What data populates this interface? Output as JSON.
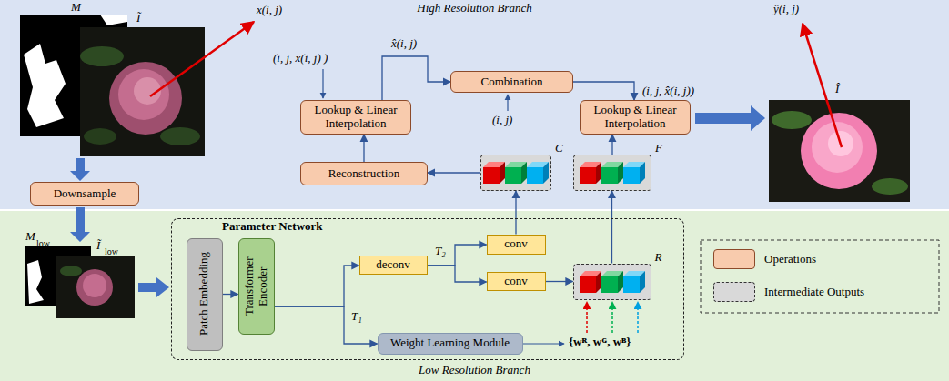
{
  "diagram": {
    "nodes": [
      {
        "text": [
          "High Resolution Branch"
        ]
      },
      {
        "text": [
          "Low Resolution Branch"
        ]
      },
      {
        "text": [
          "Lookup & Linear Interpolation"
        ],
        "in": 0
      },
      {
        "text": [
          "Combination"
        ],
        "in": 0
      },
      {
        "text": [
          "Lookup & Linear Interpolation"
        ],
        "in": 0
      },
      {
        "text": [
          "Reconstruction"
        ],
        "in": 0
      },
      {
        "text": [
          "Downsample"
        ],
        "in": 0
      },
      {
        "text": [
          "Parameter Network"
        ],
        "in": 1
      },
      {
        "text": [
          "Patch Embedding"
        ],
        "in": 7
      },
      {
        "text": [
          "Transformer Encoder"
        ],
        "in": 7
      },
      {
        "text": [
          "deconv"
        ],
        "in": 7
      },
      {
        "text": [
          "conv"
        ],
        "in": 7
      },
      {
        "text": [
          "conv"
        ],
        "in": 7
      },
      {
        "text": [
          "Weight Learning Module"
        ],
        "in": 7
      },
      {
        "text": [
          "C"
        ],
        "in": 0
      },
      {
        "text": [
          "F"
        ],
        "in": 0
      },
      {
        "text": [
          "R"
        ],
        "in": 7
      }
    ],
    "edges": [
      {
        "from": 8,
        "to": 9,
        "arrow": "to"
      },
      {
        "from": 9,
        "to": 10,
        "label": "T₁",
        "arrow": "to"
      },
      {
        "from": 9,
        "to": 13,
        "arrow": "to"
      },
      {
        "from": 10,
        "to": 11,
        "label": "T₂",
        "arrow": "to"
      },
      {
        "from": 10,
        "to": 12,
        "arrow": "to"
      },
      {
        "from": 11,
        "to": 14,
        "arrow": "to"
      },
      {
        "from": 12,
        "to": 16,
        "arrow": "to"
      },
      {
        "from": 16,
        "to": 15,
        "arrow": "to"
      },
      {
        "from": 15,
        "to": 4,
        "arrow": "to"
      },
      {
        "from": 14,
        "to": 5,
        "arrow": "to"
      },
      {
        "from": 5,
        "to": 2,
        "arrow": "to"
      },
      {
        "from": 2,
        "to": 3,
        "label": "x̂(i, j)",
        "arrow": "to"
      },
      {
        "from": 3,
        "to": 4,
        "label": "(i, j, x̂(i, j))",
        "arrow": "to"
      }
    ],
    "labels": [
      "M",
      "Ĩ",
      "x(i, j)",
      "(i, j, x(i, j) )",
      "(i, j)",
      "ŷ(i, j)",
      "Î",
      "M",
      "low",
      "Ĩ",
      "low",
      "{wᴿ, wᴳ, wᴮ}"
    ],
    "legend": [
      {
        "text": "Operations",
        "color": "#f8cbad"
      },
      {
        "text": "Intermediate Outputs"
      }
    ]
  }
}
